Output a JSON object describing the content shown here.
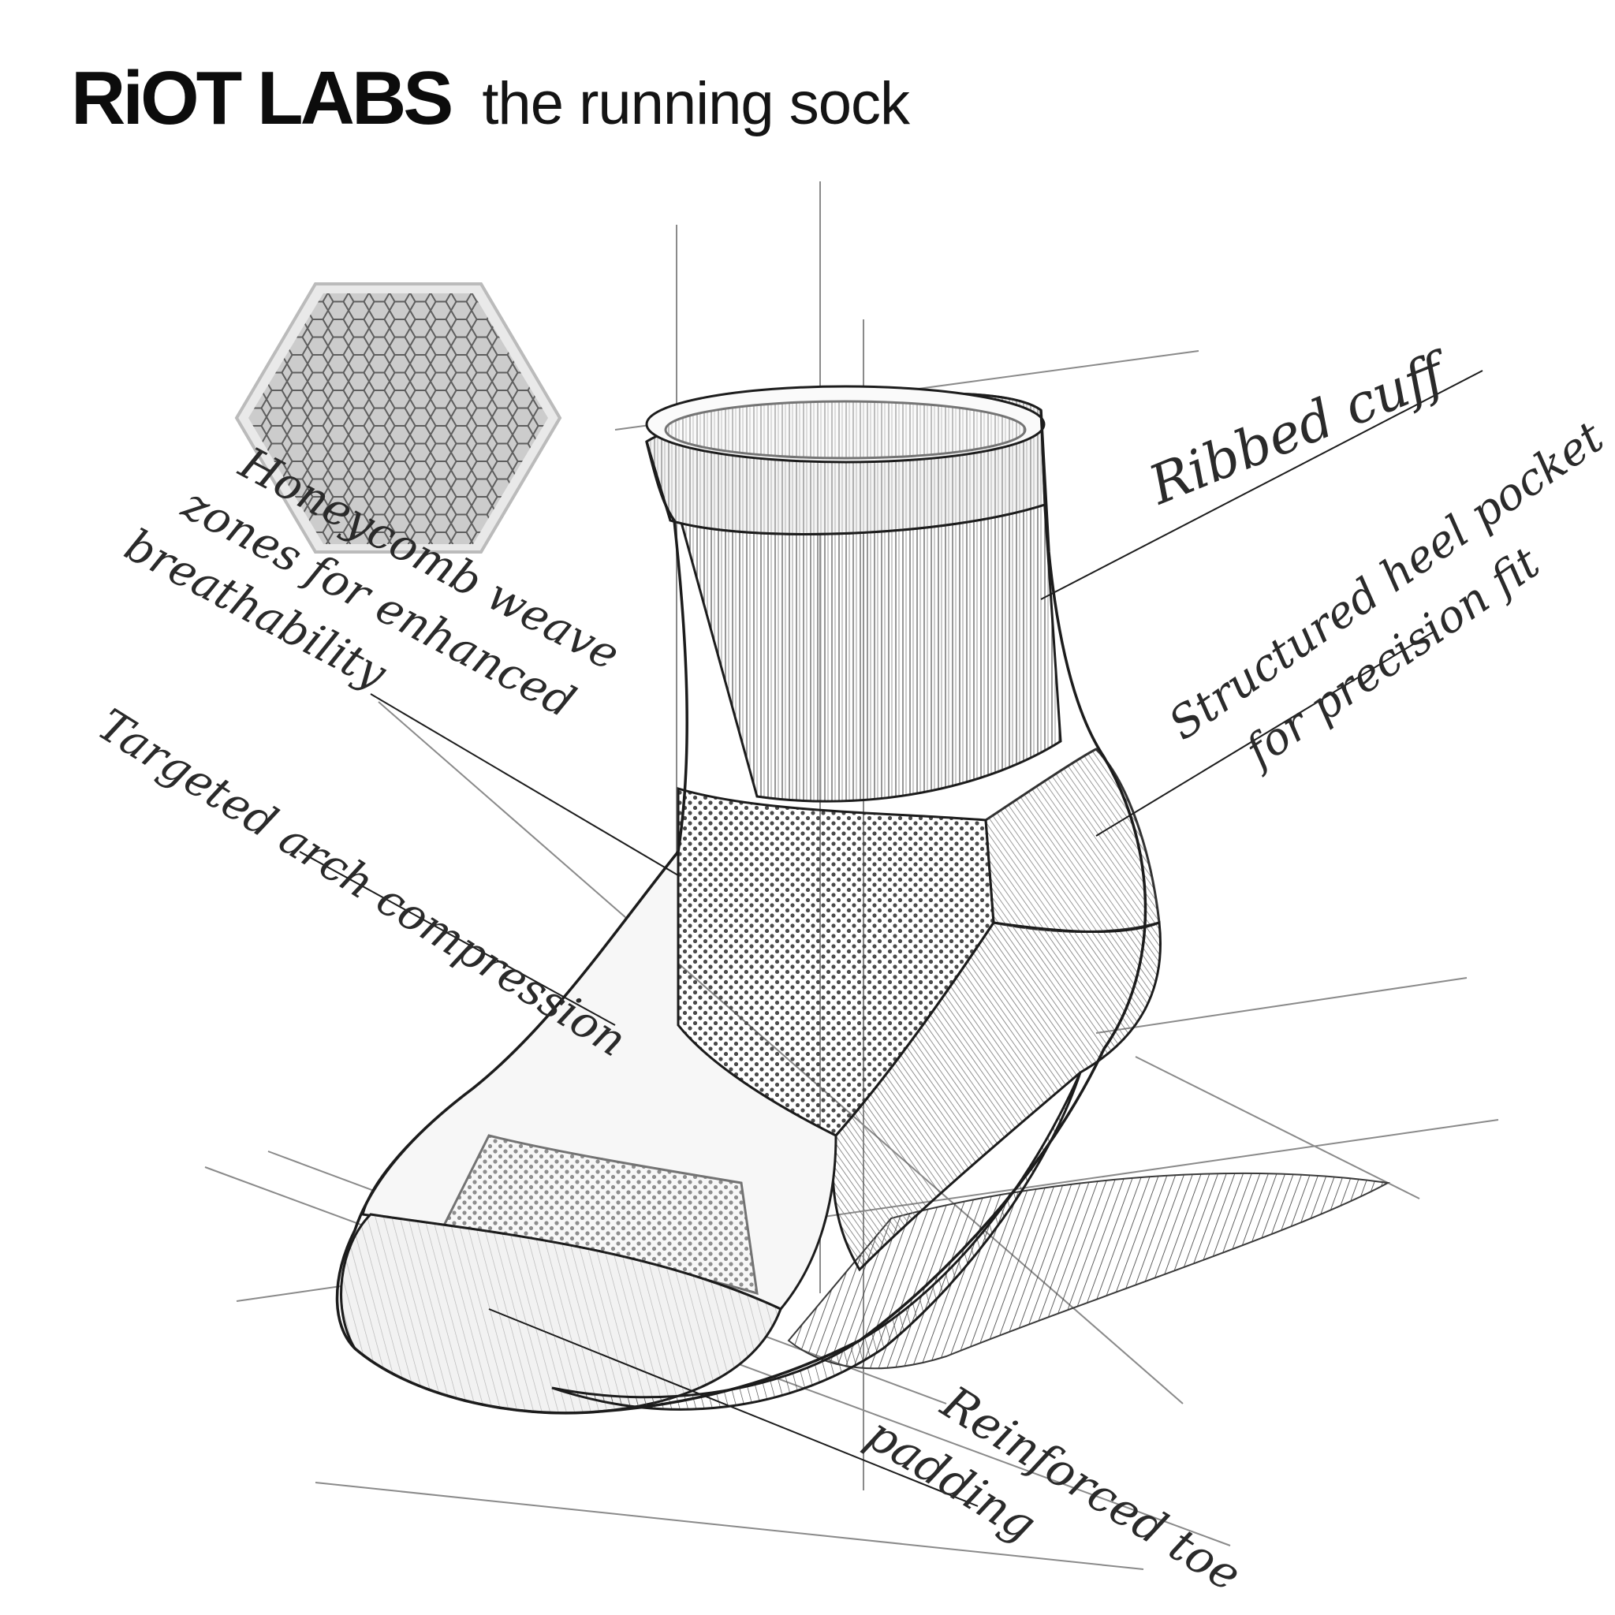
{
  "header": {
    "brand": "RiOT LABS",
    "tagline": "the running sock"
  },
  "callouts": {
    "honeycomb": [
      "Honeycomb weave",
      "zones for enhanced",
      "breathability"
    ],
    "ribbed_cuff": "Ribbed cuff",
    "heel": [
      "Structured heel pocket",
      "for precision fit"
    ],
    "arch": "Targeted arch compression",
    "toe": [
      "Reinforced toe",
      "padding"
    ]
  },
  "colors": {
    "ink": "#1c1c1c",
    "guide": "#8a8a8a",
    "shadow": "#3a3a3a"
  }
}
